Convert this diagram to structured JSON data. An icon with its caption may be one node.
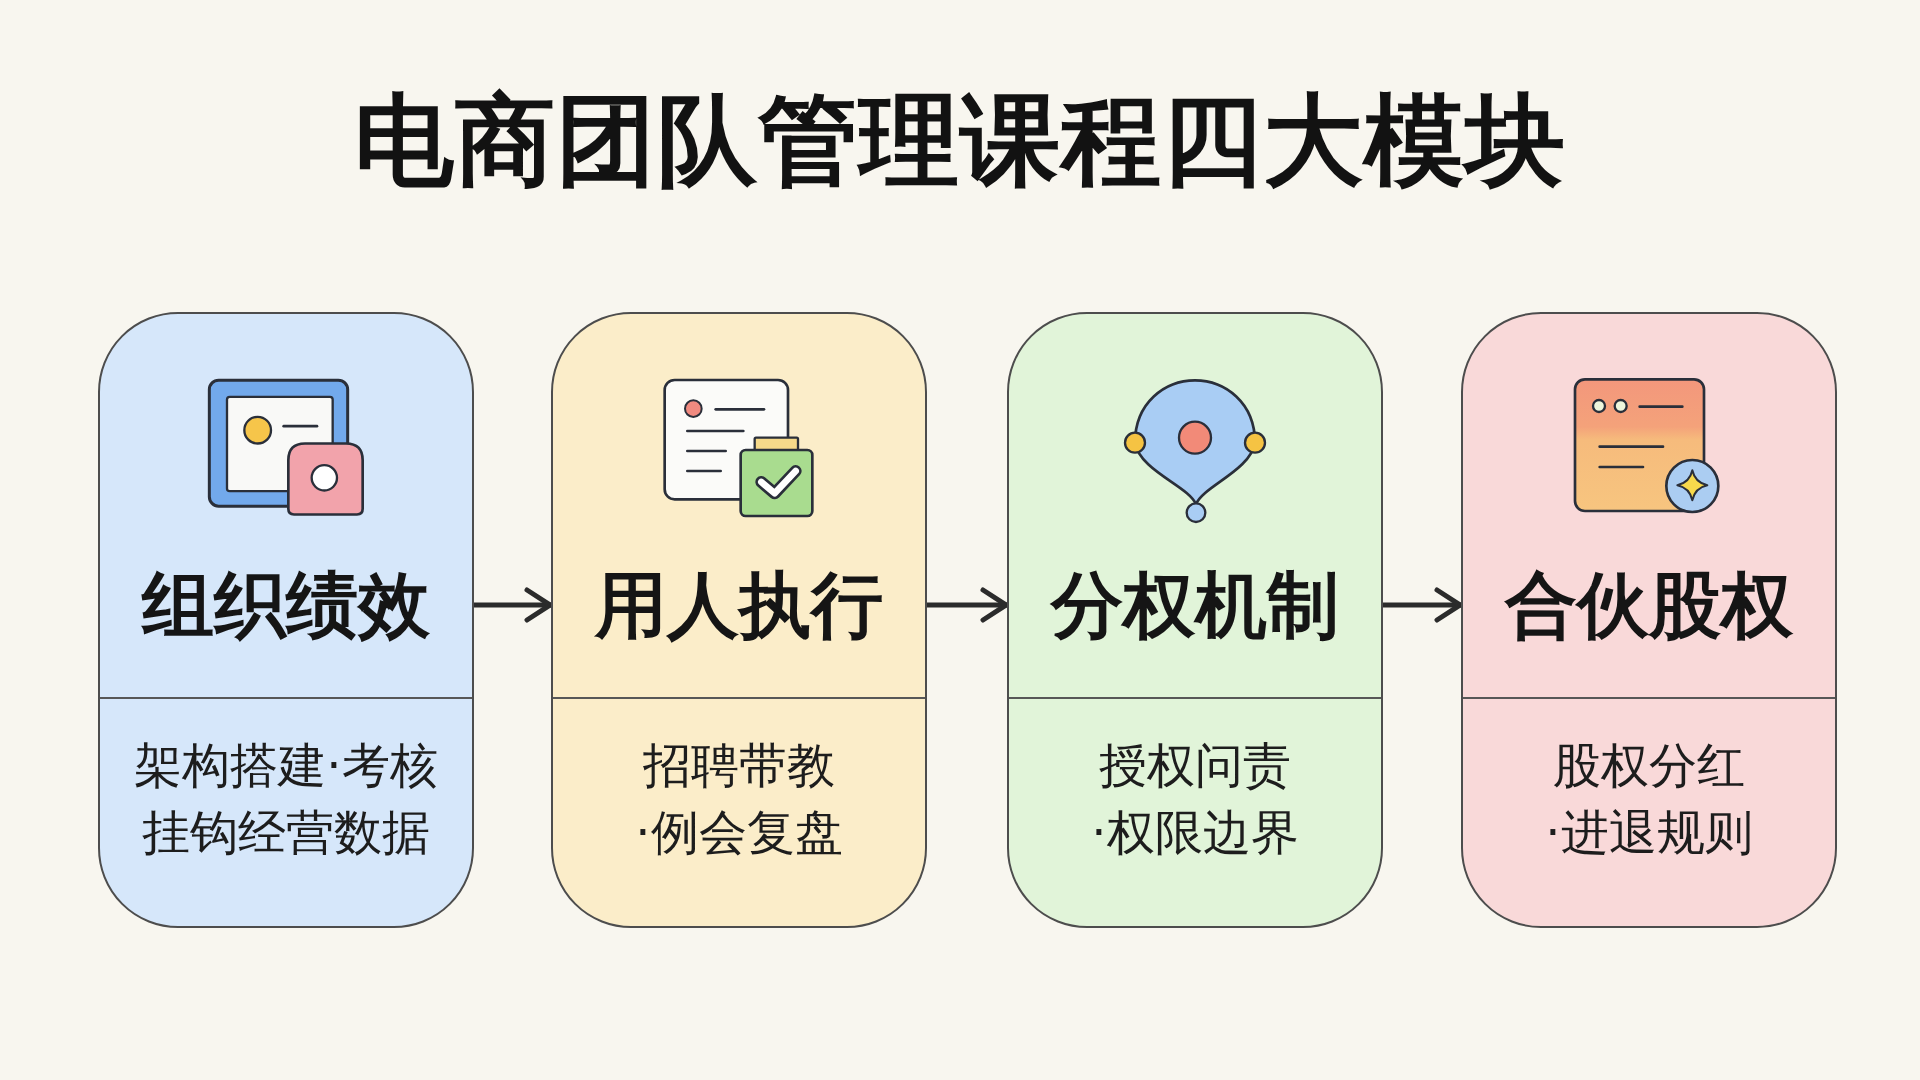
{
  "diagram": {
    "title": "电商团队管理课程四大模块",
    "nodes": [
      {
        "text": [
          "组织绩效",
          "架构搭建·考核挂钩经营数据"
        ]
      },
      {
        "text": [
          "用人执行",
          "招聘带教·例会复盘"
        ]
      },
      {
        "text": [
          "分权机制",
          "授权问责·权限边界"
        ]
      },
      {
        "text": [
          "合伙股权",
          "股权分红·进退规则"
        ]
      }
    ],
    "edges": [
      {
        "from": 0,
        "to": 1,
        "arrow": "to"
      },
      {
        "from": 1,
        "to": 2,
        "arrow": "to"
      },
      {
        "from": 2,
        "to": 3,
        "arrow": "to"
      }
    ]
  }
}
